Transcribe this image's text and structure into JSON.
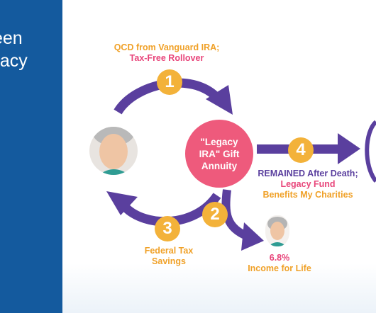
{
  "header": {
    "title_line1": "een",
    "title_line2": "gacy"
  },
  "steps": {
    "step1": {
      "number": "1",
      "line1": "QCD from Vanguard IRA;",
      "line2": "Tax-Free Rollover"
    },
    "step2": {
      "number": "2",
      "line1": "6.8%",
      "line2": "Income for Life"
    },
    "step3": {
      "number": "3",
      "line1": "Federal Tax",
      "line2": "Savings"
    },
    "step4": {
      "number": "4",
      "line1": "REMAINED After Death;",
      "line2": "Legacy Fund",
      "line3": "Benefits My Charities"
    }
  },
  "hub": {
    "line1": "\"Legacy",
    "line2": "IRA\" Gift",
    "line3": "Annuity"
  },
  "colors": {
    "panel": "#145a9e",
    "arrow_purple": "#5a3f9e",
    "badge_orange": "#f3b23a",
    "hub_pink": "#ee5a7c",
    "text_orange": "#f0a128",
    "text_pink": "#e8457a"
  }
}
